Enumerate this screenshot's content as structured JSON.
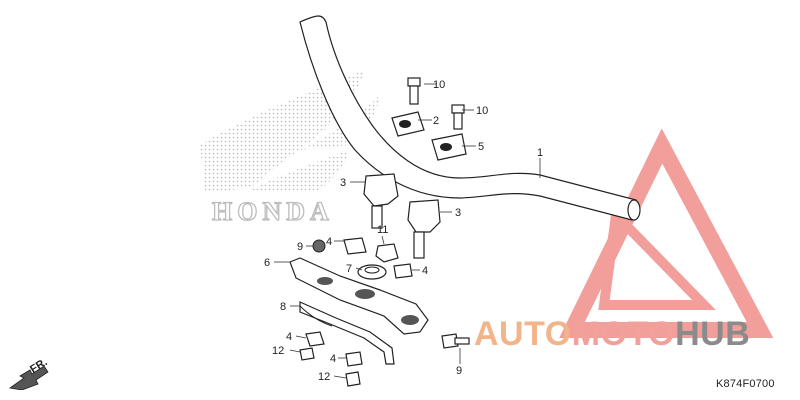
{
  "diagram": {
    "code": "K874F0700",
    "direction_label": "FR.",
    "brand_text": "HONDA",
    "watermark": {
      "part1": "AUTO",
      "part2": "MOTO",
      "part3": "HUB"
    },
    "callouts": [
      {
        "key": "c1",
        "label": "1"
      },
      {
        "key": "c2",
        "label": "2"
      },
      {
        "key": "c3a",
        "label": "3"
      },
      {
        "key": "c3b",
        "label": "3"
      },
      {
        "key": "c4a",
        "label": "4"
      },
      {
        "key": "c4b",
        "label": "4"
      },
      {
        "key": "c4c",
        "label": "4"
      },
      {
        "key": "c4d",
        "label": "4"
      },
      {
        "key": "c5",
        "label": "5"
      },
      {
        "key": "c6",
        "label": "6"
      },
      {
        "key": "c7",
        "label": "7"
      },
      {
        "key": "c8",
        "label": "8"
      },
      {
        "key": "c9a",
        "label": "9"
      },
      {
        "key": "c9b",
        "label": "9"
      },
      {
        "key": "c10a",
        "label": "10"
      },
      {
        "key": "c10b",
        "label": "10"
      },
      {
        "key": "c11",
        "label": "11"
      },
      {
        "key": "c12a",
        "label": "12"
      },
      {
        "key": "c12b",
        "label": "12"
      }
    ]
  },
  "colors": {
    "watermark_red": "#e8504a",
    "watermark_orange": "#f2b48a",
    "watermark_gray": "#8b8b8b"
  }
}
